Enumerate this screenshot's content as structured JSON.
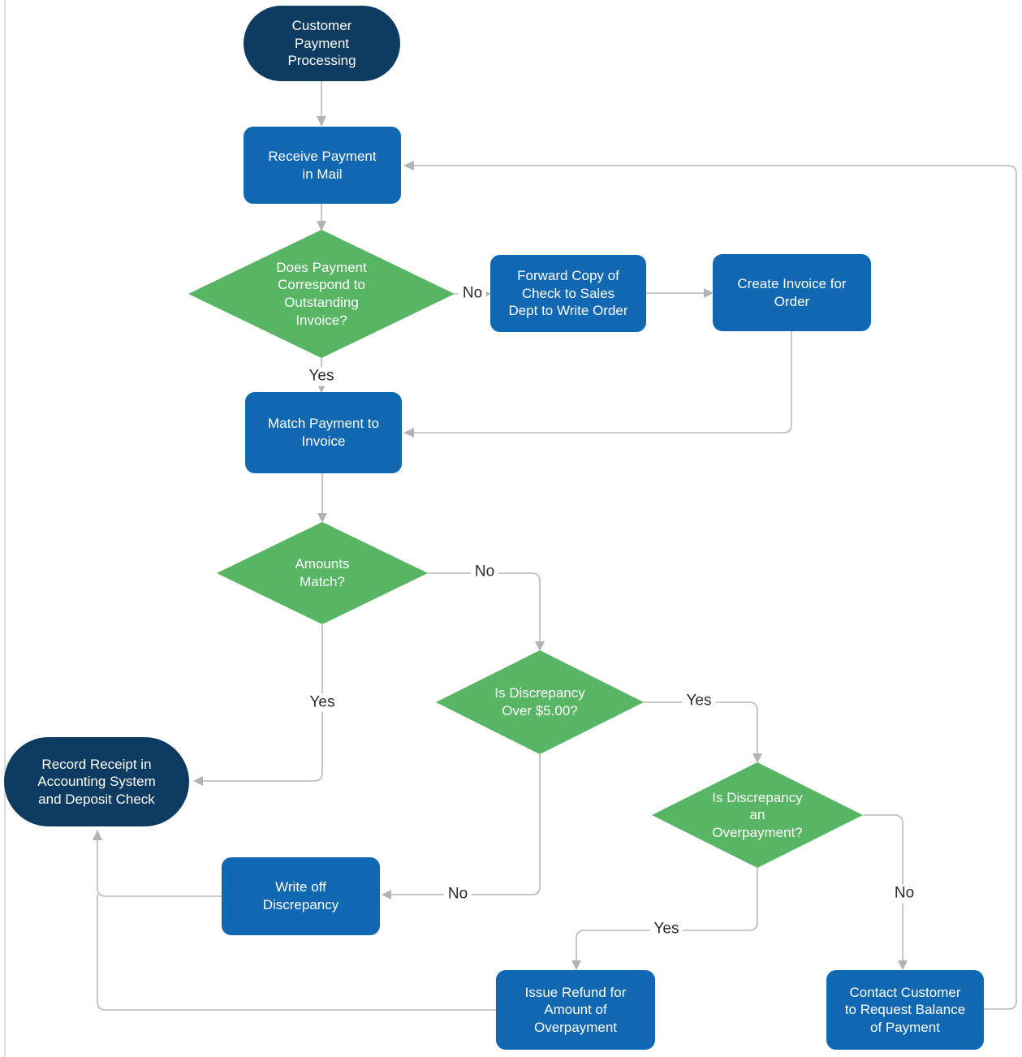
{
  "diagram": {
    "title": "Customer Payment Processing",
    "colors": {
      "terminator_fill": "#0e3b61",
      "process_fill": "#1067b2",
      "decision_fill": "#57b563",
      "connector": "#b9b9b9",
      "node_text": "#ffffff",
      "edge_label_text": "#2b2b2b"
    },
    "nodes": {
      "start": {
        "type": "terminator",
        "label": "Customer\nPayment\nProcessing"
      },
      "receive_payment": {
        "type": "process",
        "label": "Receive Payment\nin Mail"
      },
      "invoice_decision": {
        "type": "decision",
        "label": "Does Payment\nCorrespond to\nOutstanding\nInvoice?"
      },
      "forward_copy": {
        "type": "process",
        "label": "Forward Copy of\nCheck to Sales\nDept to Write Order"
      },
      "create_invoice": {
        "type": "process",
        "label": "Create Invoice for\nOrder"
      },
      "match_payment": {
        "type": "process",
        "label": "Match Payment to\nInvoice"
      },
      "amounts_decision": {
        "type": "decision",
        "label": "Amounts\nMatch?"
      },
      "over5_decision": {
        "type": "decision",
        "label": "Is Discrepancy\nOver $5.00?"
      },
      "record_receipt": {
        "type": "terminator",
        "label": "Record Receipt in\nAccounting System\nand Deposit Check"
      },
      "overpayment_decision": {
        "type": "decision",
        "label": "Is Discrepancy\nan\nOverpayment?"
      },
      "write_off": {
        "type": "process",
        "label": "Write off\nDiscrepancy"
      },
      "issue_refund": {
        "type": "process",
        "label": "Issue Refund for\nAmount of\nOverpayment"
      },
      "contact_customer": {
        "type": "process",
        "label": "Contact Customer\nto Request Balance\nof Payment"
      }
    },
    "edges": {
      "invoice_no": {
        "label": "No"
      },
      "invoice_yes": {
        "label": "Yes"
      },
      "amounts_no": {
        "label": "No"
      },
      "amounts_yes": {
        "label": "Yes"
      },
      "over5_yes": {
        "label": "Yes"
      },
      "over5_no": {
        "label": "No"
      },
      "overpayment_yes": {
        "label": "Yes"
      },
      "overpayment_no": {
        "label": "No"
      }
    }
  }
}
